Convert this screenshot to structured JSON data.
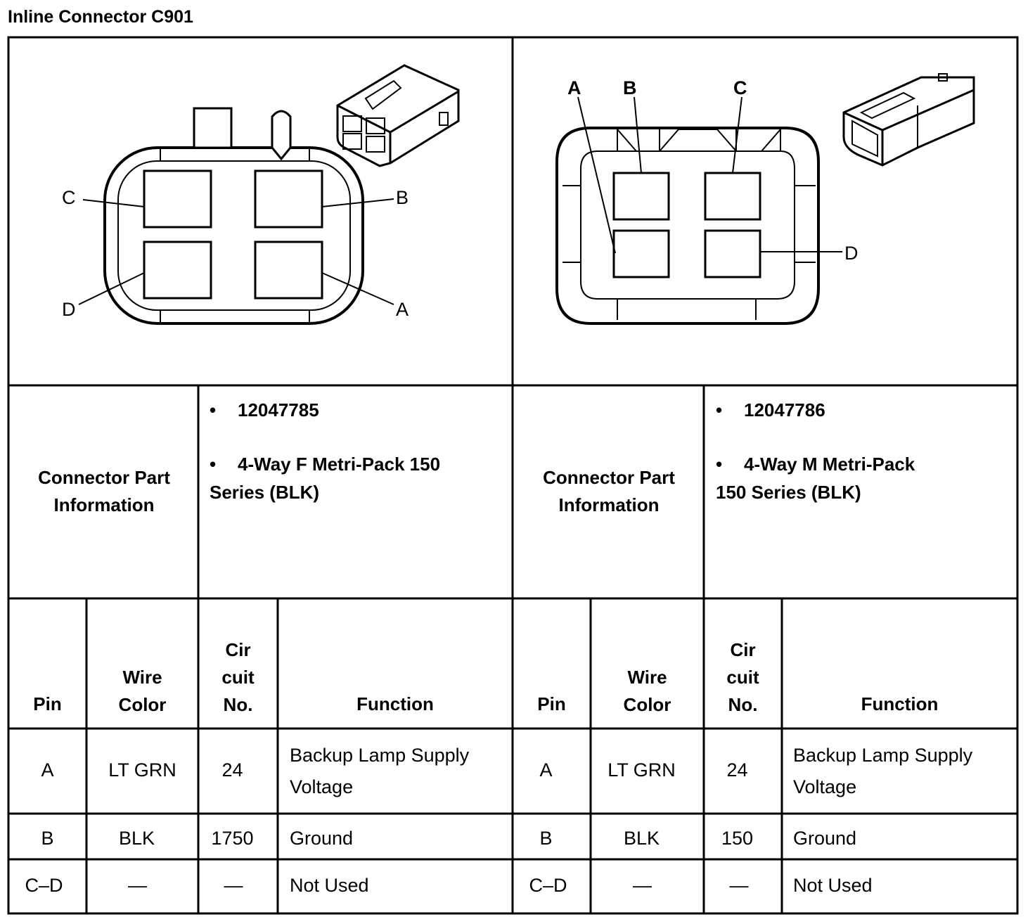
{
  "title": "Inline Connector C901",
  "diagram_labels": {
    "left": {
      "a": "A",
      "b": "B",
      "c": "C",
      "d": "D"
    },
    "right": {
      "a": "A",
      "b": "B",
      "c": "C",
      "d": "D"
    }
  },
  "left": {
    "part_label_line1": "Connector Part",
    "part_label_line2": "Information",
    "bullet_char": "•",
    "part_number": "12047785",
    "desc_line1": "4-Way F Metri-Pack 150",
    "desc_line2": "Series (BLK)",
    "headers": {
      "pin": "Pin",
      "wire1": "Wire",
      "wire2": "Color",
      "cir1": "Cir",
      "cir2": "cuit",
      "cir3": "No.",
      "function": "Function"
    },
    "rows": [
      {
        "pin": "A",
        "color": "LT GRN",
        "circuit": "24",
        "function_line1": "Backup Lamp Supply",
        "function_line2": "Voltage"
      },
      {
        "pin": "B",
        "color": "BLK",
        "circuit": "1750",
        "function_line1": "Ground"
      },
      {
        "pin": "C–D",
        "color": "—",
        "circuit": "—",
        "function_line1": "Not Used"
      }
    ]
  },
  "right": {
    "part_label_line1": "Connector Part",
    "part_label_line2": "Information",
    "bullet_char": "•",
    "part_number": "12047786",
    "desc_line1": "4-Way M Metri-Pack",
    "desc_line2": "150 Series (BLK)",
    "headers": {
      "pin": "Pin",
      "wire1": "Wire",
      "wire2": "Color",
      "cir1": "Cir",
      "cir2": "cuit",
      "cir3": "No.",
      "function": "Function"
    },
    "rows": [
      {
        "pin": "A",
        "color": "LT GRN",
        "circuit": "24",
        "function_line1": "Backup Lamp Supply",
        "function_line2": "Voltage"
      },
      {
        "pin": "B",
        "color": "BLK",
        "circuit": "150",
        "function_line1": "Ground"
      },
      {
        "pin": "C–D",
        "color": "—",
        "circuit": "—",
        "function_line1": "Not Used"
      }
    ]
  }
}
